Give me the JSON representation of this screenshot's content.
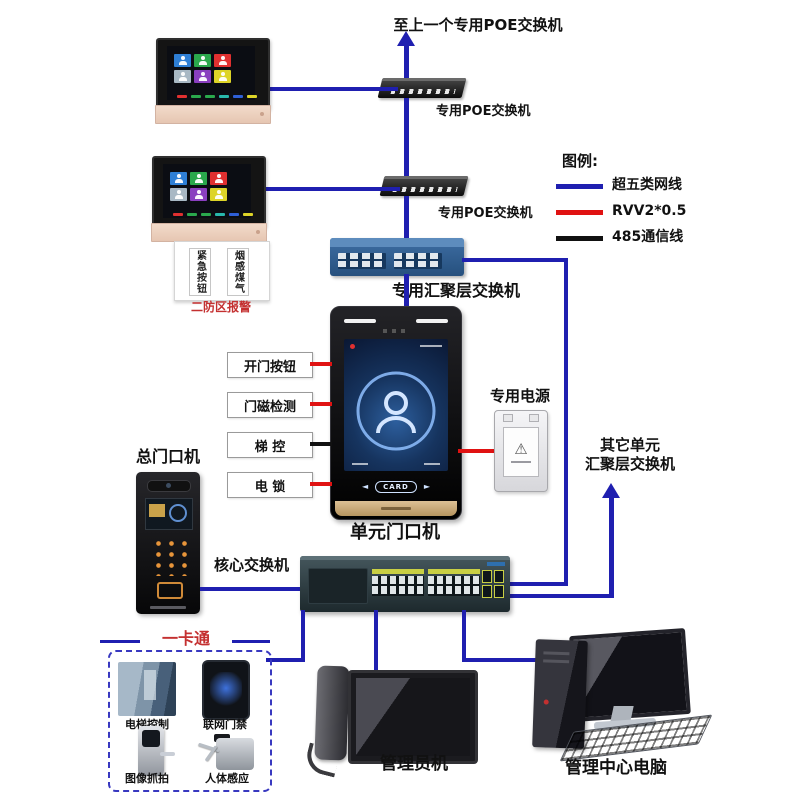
{
  "top": {
    "uplink_text": "至上一个专用POE交换机",
    "poe_switch1_label": "专用POE交换机",
    "poe_switch2_label": "专用POE交换机",
    "aggregation_label": "专用汇聚层交换机"
  },
  "legend": {
    "title": "图例:",
    "items": [
      {
        "label": "超五类网线",
        "color": "#1f1fb0"
      },
      {
        "label": "RVV2*0.5",
        "color": "#e01212"
      },
      {
        "label": "485通信线",
        "color": "#111111"
      }
    ]
  },
  "indoor_alarm": {
    "tag1": "紧急按钮",
    "tag2": "烟感煤气",
    "zone_text": "二防区报警"
  },
  "door_station": {
    "label": "单元门口机",
    "card_label": "CARD",
    "inputs": [
      {
        "label": "开门按钮",
        "line": "red"
      },
      {
        "label": "门磁检测",
        "line": "red"
      },
      {
        "label": "梯 控",
        "line": "black"
      },
      {
        "label": "电 锁",
        "line": "red"
      }
    ],
    "power_label": "专用电源"
  },
  "main_door_station": {
    "label": "总门口机"
  },
  "core_switch": {
    "label": "核心交换机",
    "other_unit_line1": "其它单元",
    "other_unit_line2": "汇聚层交换机"
  },
  "one_card": {
    "title": "一卡通",
    "items": [
      {
        "label": "电梯控制"
      },
      {
        "label": "联网门禁"
      },
      {
        "label": "图像抓拍"
      },
      {
        "label": "人体感应"
      }
    ]
  },
  "management": {
    "manager_label": "管理员机",
    "center_pc_label": "管理中心电脑"
  },
  "colors": {
    "line_blue": "#1f1fb0",
    "line_red": "#e01212",
    "line_black": "#111111",
    "title_red": "#c43030"
  }
}
